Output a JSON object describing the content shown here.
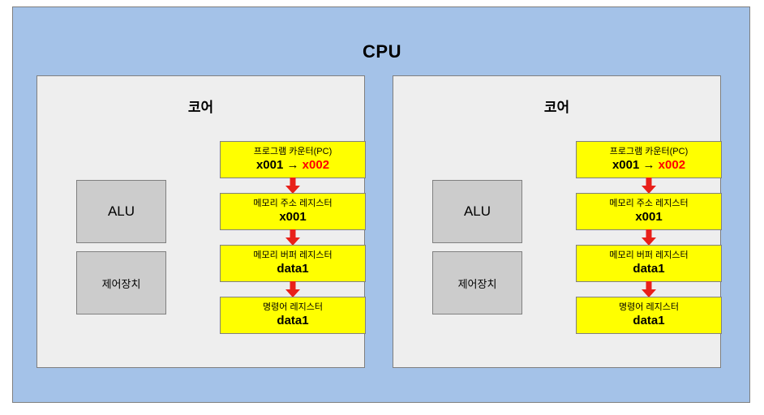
{
  "diagram": {
    "title": "CPU",
    "colors": {
      "cpu_panel": "#a4c2e8",
      "core_panel": "#eeeeee",
      "unit_box": "#cccccc",
      "register_box": "#ffff00",
      "arrow": "#e8201a",
      "accent_text": "#ff0000"
    },
    "cores": [
      {
        "title": "코어",
        "units": [
          {
            "label": "ALU"
          },
          {
            "label": "제어장치"
          }
        ],
        "registers": [
          {
            "label": "프로그램 카운터(PC)",
            "value_before": "x001",
            "arrow_glyph": "→",
            "value_after": "x002"
          },
          {
            "label": "메모리 주소 레지스터",
            "value": "x001"
          },
          {
            "label": "메모리 버퍼 레지스터",
            "value": "data1"
          },
          {
            "label": "명령어 레지스터",
            "value": "data1"
          }
        ]
      },
      {
        "title": "코어",
        "units": [
          {
            "label": "ALU"
          },
          {
            "label": "제어장치"
          }
        ],
        "registers": [
          {
            "label": "프로그램 카운터(PC)",
            "value_before": "x001",
            "arrow_glyph": "→",
            "value_after": "x002"
          },
          {
            "label": "메모리 주소 레지스터",
            "value": "x001"
          },
          {
            "label": "메모리 버퍼 레지스터",
            "value": "data1"
          },
          {
            "label": "명령어 레지스터",
            "value": "data1"
          }
        ]
      }
    ]
  }
}
